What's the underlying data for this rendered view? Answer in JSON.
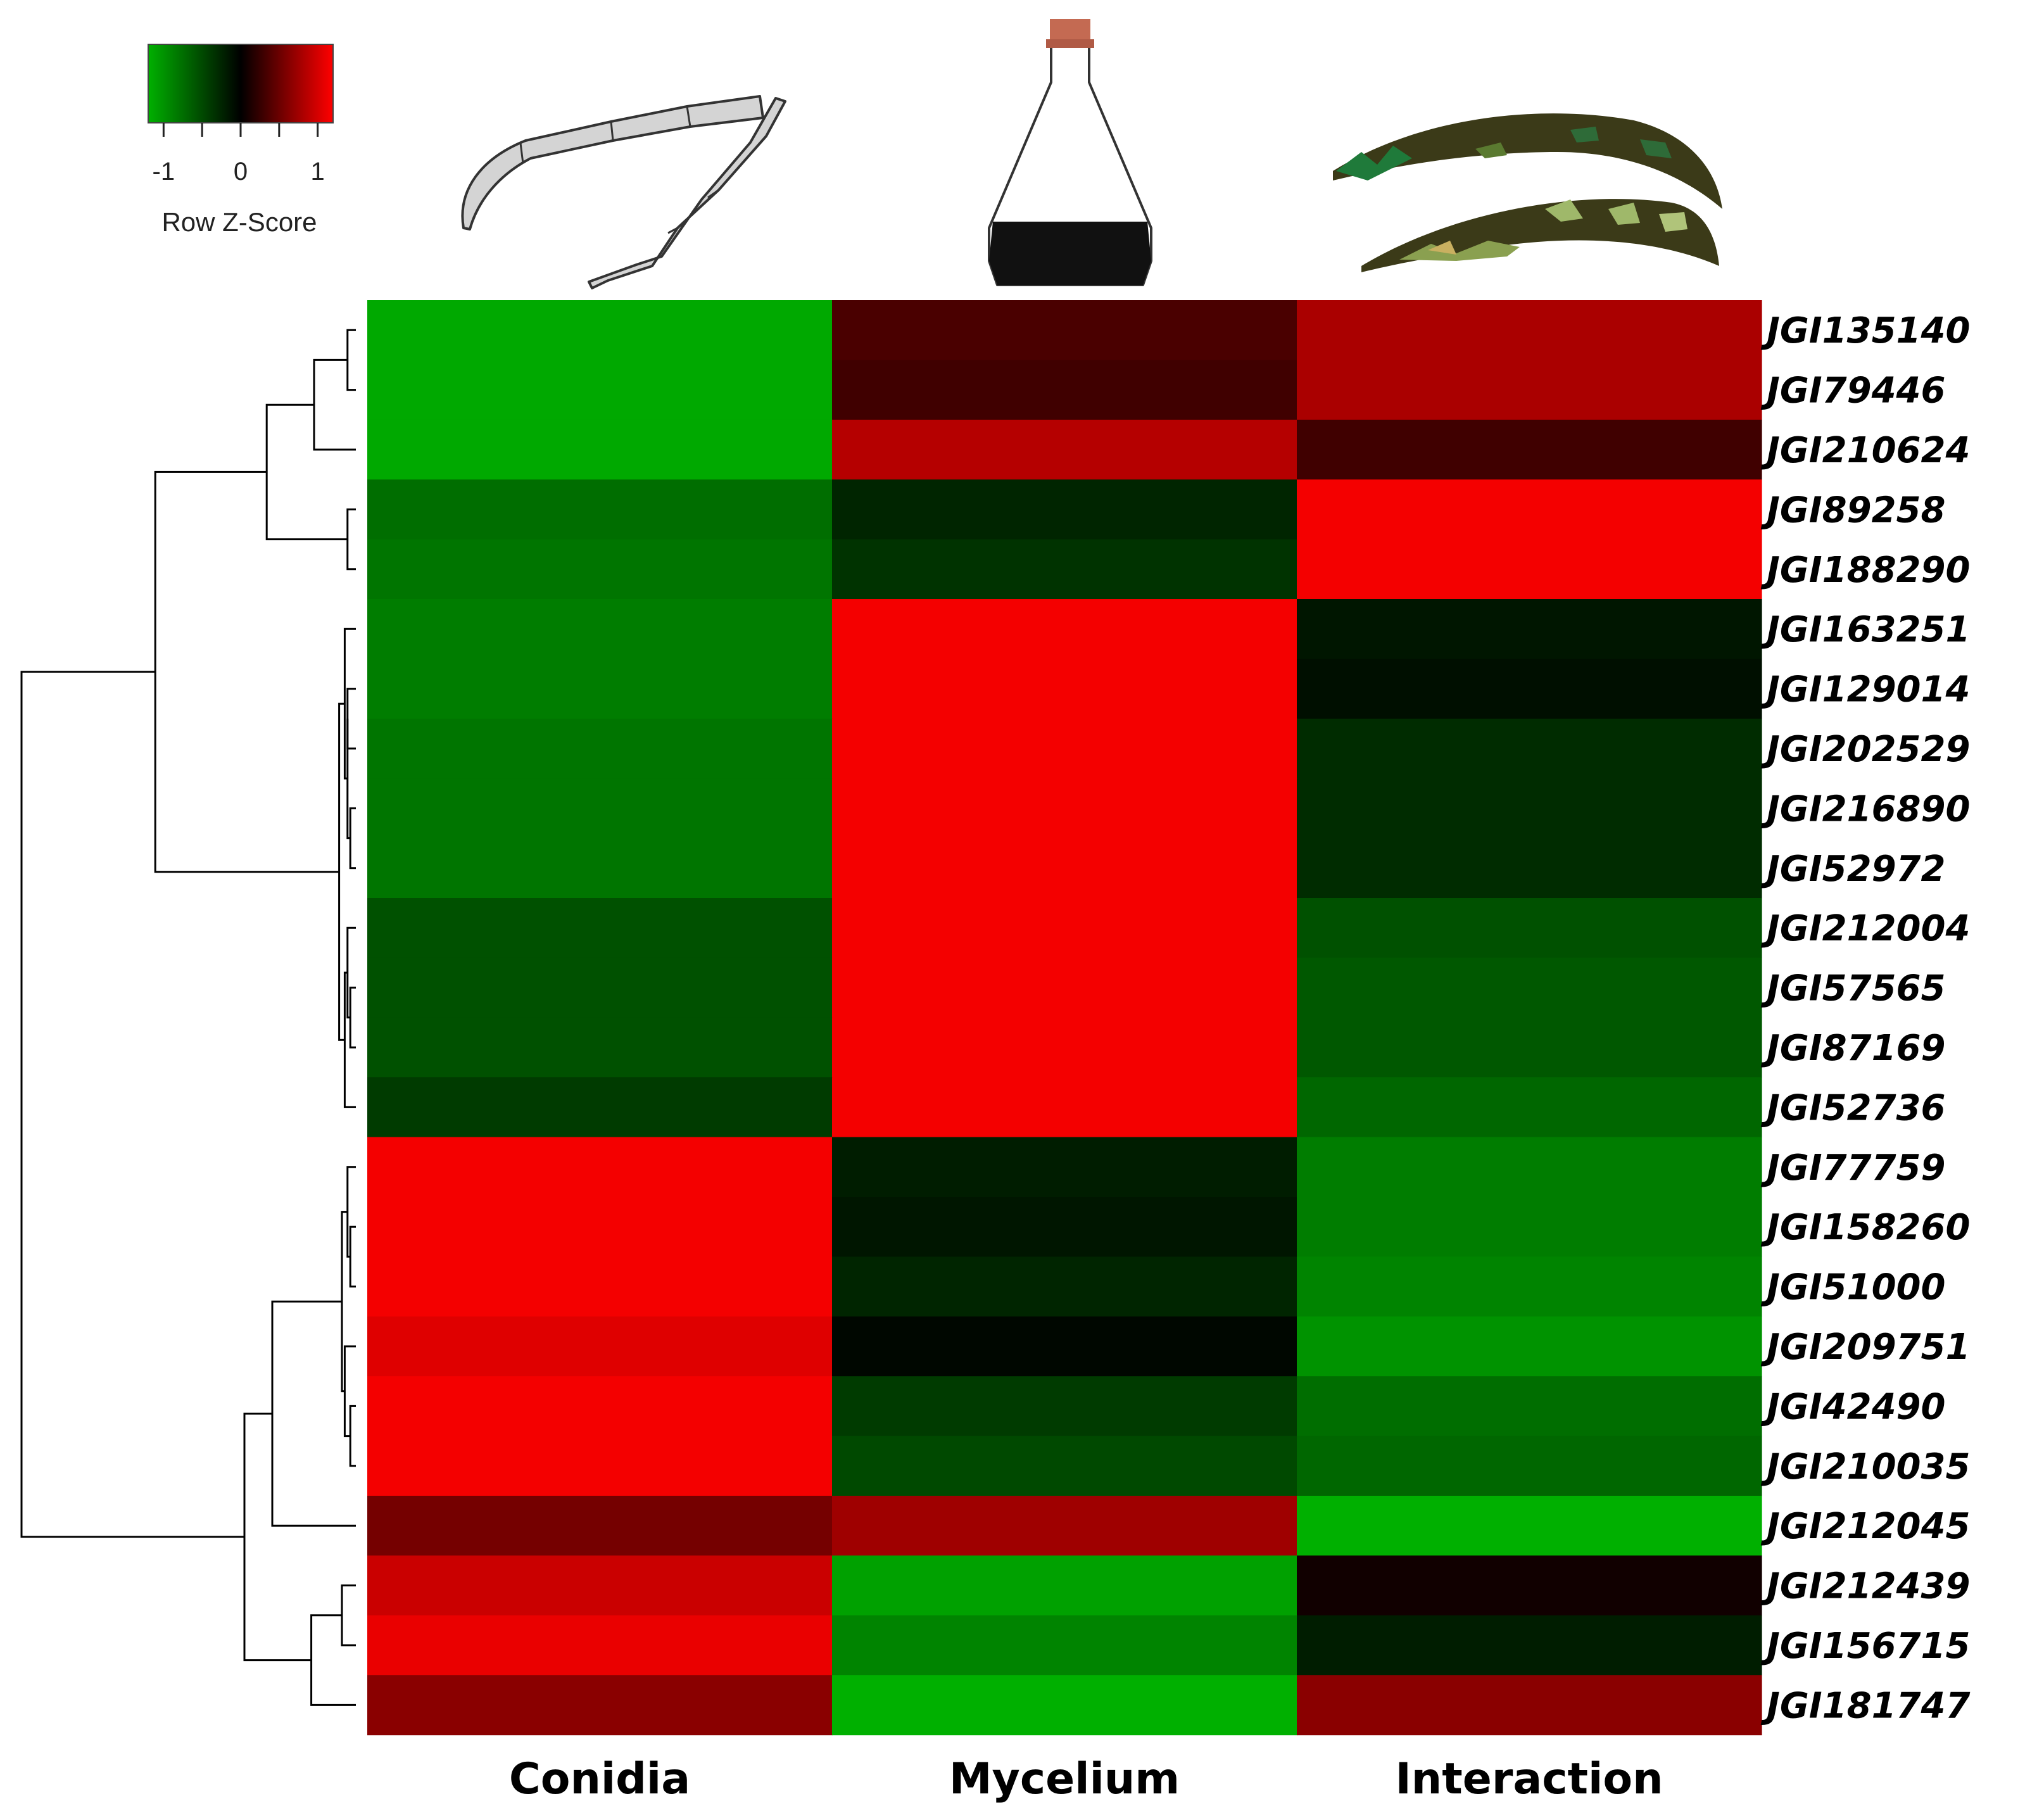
{
  "chart_data": {
    "type": "heatmap",
    "title": "",
    "columns": [
      "Conidia",
      "Mycelium",
      "Interaction"
    ],
    "rows": [
      "JGI135140",
      "JGI79446",
      "JGI210624",
      "JGI89258",
      "JGI188290",
      "JGI163251",
      "JGI129014",
      "JGI202529",
      "JGI216890",
      "JGI52972",
      "JGI212004",
      "JGI57565",
      "JGI87169",
      "JGI52736",
      "JGI77759",
      "JGI158260",
      "JGI51000",
      "JGI209751",
      "JGI42490",
      "JGI210035",
      "JGI212045",
      "JGI212439",
      "JGI156715",
      "JGI181747"
    ],
    "values": [
      [
        -1.15,
        0.35,
        0.8
      ],
      [
        -1.15,
        0.3,
        0.8
      ],
      [
        -1.15,
        0.85,
        0.3
      ],
      [
        -0.75,
        -0.25,
        1.15
      ],
      [
        -0.8,
        -0.35,
        1.15
      ],
      [
        -0.85,
        1.15,
        -0.15
      ],
      [
        -0.85,
        1.15,
        -0.1
      ],
      [
        -0.8,
        1.15,
        -0.3
      ],
      [
        -0.8,
        1.15,
        -0.3
      ],
      [
        -0.8,
        1.15,
        -0.3
      ],
      [
        -0.55,
        1.15,
        -0.55
      ],
      [
        -0.55,
        1.15,
        -0.6
      ],
      [
        -0.55,
        1.15,
        -0.6
      ],
      [
        -0.4,
        1.15,
        -0.7
      ],
      [
        1.15,
        -0.2,
        -0.85
      ],
      [
        1.15,
        -0.15,
        -0.85
      ],
      [
        1.15,
        -0.25,
        -0.9
      ],
      [
        1.05,
        -0.05,
        -1.0
      ],
      [
        1.15,
        -0.4,
        -0.75
      ],
      [
        1.15,
        -0.5,
        -0.7
      ],
      [
        0.55,
        0.75,
        -1.25
      ],
      [
        0.95,
        -1.1,
        0.08
      ],
      [
        1.1,
        -0.9,
        -0.2
      ],
      [
        0.65,
        -1.2,
        0.65
      ]
    ],
    "color_scale": {
      "low": "#00b000",
      "mid": "#000000",
      "high": "#ff0000",
      "range": [
        -1.2,
        1.2
      ]
    },
    "legend": {
      "title": "Row Z-Score",
      "ticks": [
        "-1",
        "0",
        "1"
      ],
      "tick_values": [
        -1,
        0,
        1
      ],
      "placement": "top-left"
    },
    "dendrogram": {
      "side": "left",
      "merges": [
        {
          "l": 0,
          "r": 1,
          "h": 0.3
        },
        {
          "l": 3,
          "r": 4,
          "h": 0.3
        },
        {
          "l": -1,
          "r": 2,
          "h": 1.5
        },
        {
          "l": -3,
          "r": -2,
          "h": 3.2
        },
        {
          "l": 6,
          "r": 7,
          "h": 0.3
        },
        {
          "l": 8,
          "r": 9,
          "h": 0.2
        },
        {
          "l": -5,
          "r": -6,
          "h": 0.3
        },
        {
          "l": 5,
          "r": -7,
          "h": 0.4
        },
        {
          "l": 11,
          "r": 12,
          "h": 0.2
        },
        {
          "l": 10,
          "r": -9,
          "h": 0.3
        },
        {
          "l": -10,
          "r": 13,
          "h": 0.4
        },
        {
          "l": -8,
          "r": -11,
          "h": 0.6
        },
        {
          "l": -4,
          "r": -12,
          "h": 7.2
        },
        {
          "l": 15,
          "r": 16,
          "h": 0.2
        },
        {
          "l": 14,
          "r": -14,
          "h": 0.3
        },
        {
          "l": 18,
          "r": 19,
          "h": 0.2
        },
        {
          "l": 17,
          "r": -16,
          "h": 0.4
        },
        {
          "l": -15,
          "r": -17,
          "h": 0.5
        },
        {
          "l": -18,
          "r": 20,
          "h": 3.0
        },
        {
          "l": 21,
          "r": 22,
          "h": 0.5
        },
        {
          "l": -20,
          "r": 23,
          "h": 1.6
        },
        {
          "l": -19,
          "r": -21,
          "h": 4.0
        },
        {
          "l": -13,
          "r": -22,
          "h": 12.0
        }
      ]
    }
  },
  "icons": [
    {
      "name": "conidia-spore-icon",
      "column": "Conidia"
    },
    {
      "name": "flask-culture-icon",
      "column": "Mycelium"
    },
    {
      "name": "leaf-lesion-icon",
      "column": "Interaction"
    }
  ]
}
